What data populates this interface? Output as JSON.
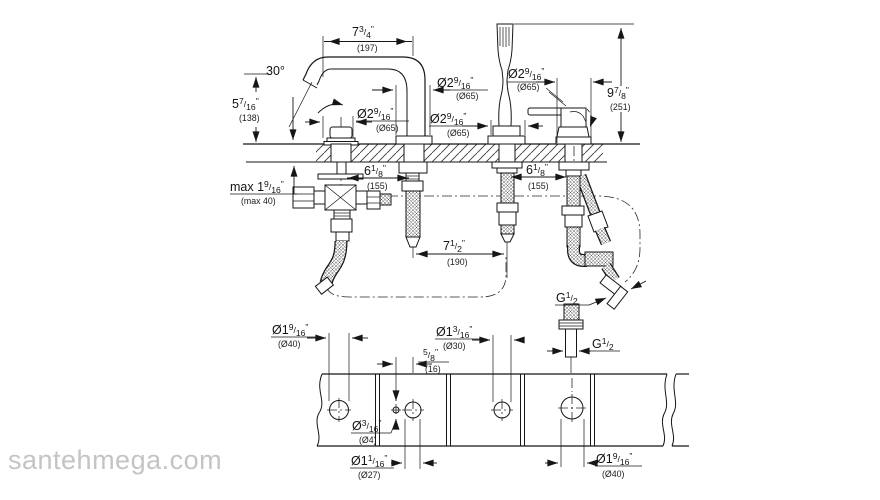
{
  "watermark": "santehmega.com",
  "slash": "/",
  "labels": {
    "spout_reach": {
      "main": "7",
      "num": "3",
      "den": "4",
      "unit": "\"",
      "metric": "(197)"
    },
    "spout_angle": {
      "text": "30°"
    },
    "spout_height": {
      "main": "5",
      "num": "7",
      "den": "16",
      "unit": "\"",
      "metric": "(138)"
    },
    "esc_knob": {
      "main": "Ø2",
      "num": "9",
      "den": "16",
      "unit": "\"",
      "metric": "(Ø65)"
    },
    "esc_spout": {
      "main": "Ø2",
      "num": "9",
      "den": "16",
      "unit": "\"",
      "metric": "(Ø65)"
    },
    "esc_shower": {
      "main": "Ø2",
      "num": "9",
      "den": "16",
      "unit": "\"",
      "metric": "(Ø65)"
    },
    "esc_mixer": {
      "main": "Ø2",
      "num": "9",
      "den": "16",
      "unit": "\"",
      "metric": "(Ø65)"
    },
    "shower_height": {
      "main": "9",
      "num": "7",
      "den": "8",
      "unit": "\"",
      "metric": "(251)"
    },
    "deck_max": {
      "main": "max 1",
      "num": "9",
      "den": "16",
      "unit": "\"",
      "metric": "(max 40)"
    },
    "hose_len_1": {
      "main": "6",
      "num": "1",
      "den": "8",
      "unit": "\"",
      "metric": "(155)"
    },
    "hose_len_2": {
      "main": "6",
      "num": "1",
      "den": "8",
      "unit": "\"",
      "metric": "(155)"
    },
    "spacing_spout_shower": {
      "main": "7",
      "num": "1",
      "den": "2",
      "unit": "\"",
      "metric": "(190)"
    },
    "g_half_elev": {
      "main": "G",
      "num": "1",
      "den": "2",
      "unit": "",
      "metric": ""
    },
    "g_half_plan": {
      "main": "G",
      "num": "1",
      "den": "2",
      "unit": "",
      "metric": ""
    },
    "hole_d40_left": {
      "main": "Ø1",
      "num": "9",
      "den": "16",
      "unit": "\"",
      "metric": "(Ø40)"
    },
    "hole_d30": {
      "main": "Ø1",
      "num": "3",
      "den": "16",
      "unit": "\"",
      "metric": "(Ø30)"
    },
    "hole_offset": {
      "main": "",
      "num": "5",
      "den": "8",
      "unit": "\"",
      "metric": "(16)"
    },
    "hole_d4": {
      "main": "Ø",
      "num": "3",
      "den": "16",
      "unit": "\"",
      "metric": "(Ø4)"
    },
    "hole_d27": {
      "main": "Ø1",
      "num": "1",
      "den": "16",
      "unit": "\"",
      "metric": "(Ø27)"
    },
    "hole_d40_right": {
      "main": "Ø1",
      "num": "9",
      "den": "16",
      "unit": "\"",
      "metric": "(Ø40)"
    }
  }
}
